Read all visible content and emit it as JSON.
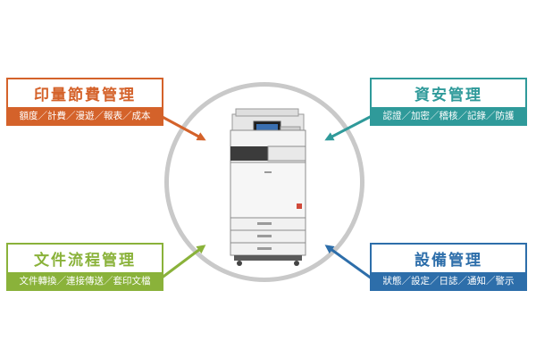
{
  "colors": {
    "print": "#d4622a",
    "security": "#2f9a9a",
    "workflow": "#8ab23a",
    "device": "#2d6eaa",
    "ring": "#c9c9c9"
  },
  "boxes": {
    "print": {
      "title": "印量節費管理",
      "subtitle": "額度／計費／漫遊／報表／成本"
    },
    "security": {
      "title": "資安管理",
      "subtitle": "認證／加密／稽核／記錄／防護"
    },
    "workflow": {
      "title": "文件流程管理",
      "subtitle": "文件轉換／連接傳送／套印文檔"
    },
    "device": {
      "title": "設備管理",
      "subtitle": "狀態／設定／日誌／通知／警示"
    }
  },
  "illustration": {
    "icon": "multifunction-printer-icon"
  }
}
